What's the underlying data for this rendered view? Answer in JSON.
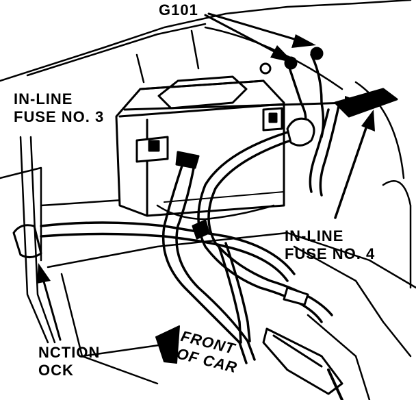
{
  "colors": {
    "ink": "#000000",
    "paper": "#ffffff"
  },
  "labels": {
    "g101": "G101",
    "fuse3_line1": "IN-LINE",
    "fuse3_line2": "FUSE NO. 3",
    "fuse4_line1": "IN-LINE",
    "fuse4_line2": "FUSE NO. 4",
    "junction_line1": "NCTION",
    "junction_line2": "OCK",
    "front_line1": "FRONT",
    "front_line2": "OF CAR"
  }
}
